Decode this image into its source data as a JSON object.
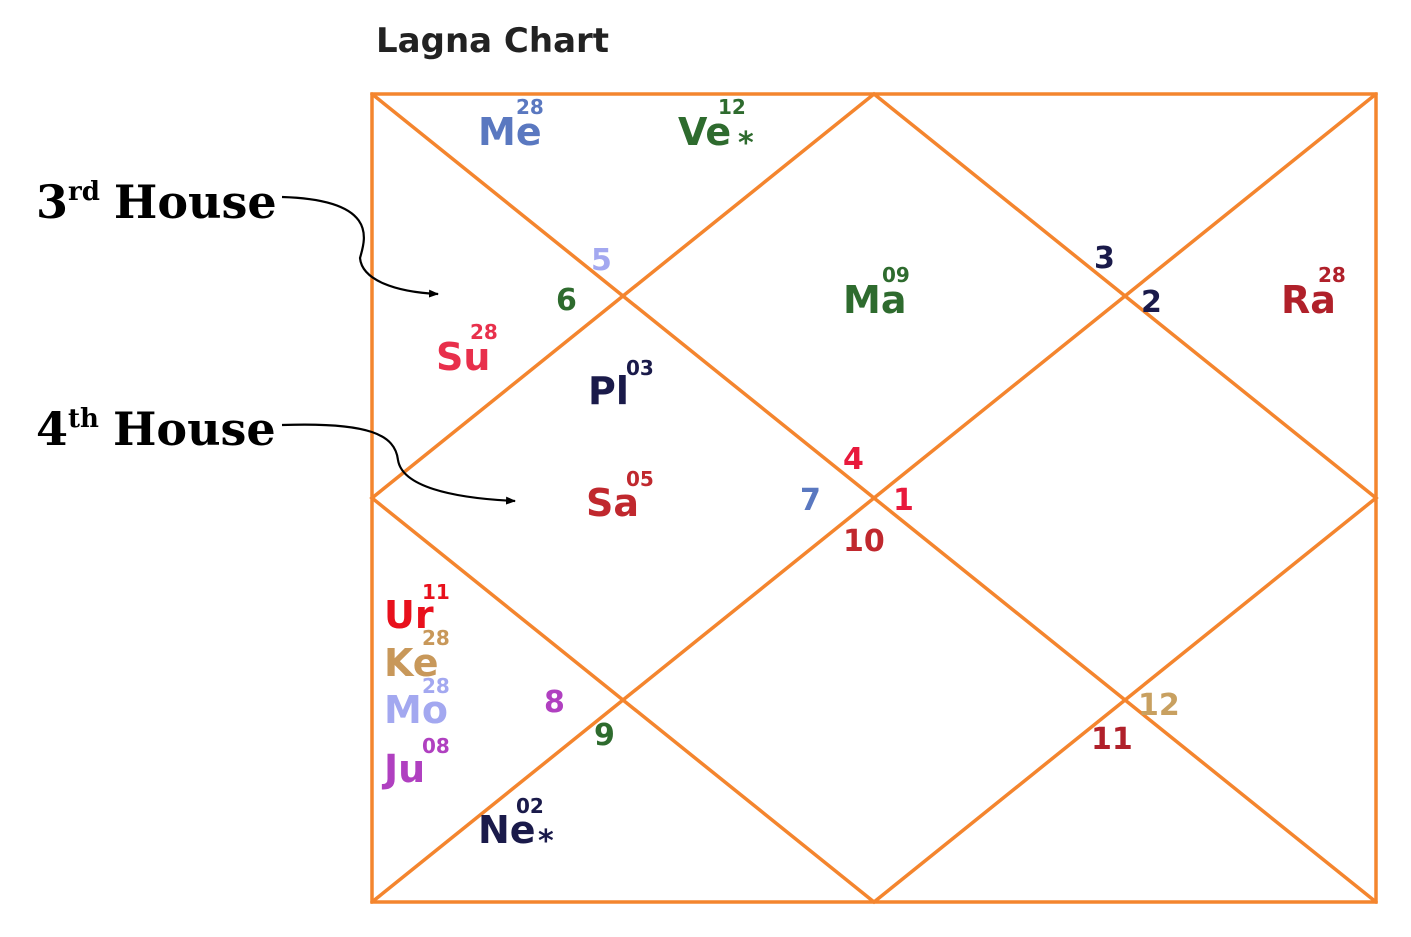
{
  "title": "Lagna Chart",
  "line_color": "#f4852e",
  "annotations": [
    {
      "num": "3",
      "sup": "rd",
      "text": "House"
    },
    {
      "num": "4",
      "sup": "th",
      "text": "House"
    }
  ],
  "house_numbers": [
    {
      "label": "1",
      "color": "#e8193c"
    },
    {
      "label": "2",
      "color": "#1a1a4a"
    },
    {
      "label": "3",
      "color": "#1a1a4a"
    },
    {
      "label": "4",
      "color": "#e8193c"
    },
    {
      "label": "5",
      "color": "#a3a8f0"
    },
    {
      "label": "6",
      "color": "#2e6b2e"
    },
    {
      "label": "7",
      "color": "#5a78c0"
    },
    {
      "label": "8",
      "color": "#b040c0"
    },
    {
      "label": "9",
      "color": "#2e6b2e"
    },
    {
      "label": "10",
      "color": "#c0282e"
    },
    {
      "label": "11",
      "color": "#b0202a"
    },
    {
      "label": "12",
      "color": "#c8a060"
    }
  ],
  "planets": [
    {
      "abbr": "Me",
      "deg": "28",
      "color": "#5a78c0",
      "star": false
    },
    {
      "abbr": "Ve",
      "deg": "12",
      "color": "#2e6b2e",
      "star": true
    },
    {
      "abbr": "Ma",
      "deg": "09",
      "color": "#2e6b2e",
      "star": false
    },
    {
      "abbr": "Ra",
      "deg": "28",
      "color": "#b0202a",
      "star": false
    },
    {
      "abbr": "Su",
      "deg": "28",
      "color": "#e8304c",
      "star": false
    },
    {
      "abbr": "Pl",
      "deg": "03",
      "color": "#1a1a4a",
      "star": false
    },
    {
      "abbr": "Sa",
      "deg": "05",
      "color": "#c0282e",
      "star": false
    },
    {
      "abbr": "Ur",
      "deg": "11",
      "color": "#e8101c",
      "star": false
    },
    {
      "abbr": "Ke",
      "deg": "28",
      "color": "#c8985a",
      "star": false
    },
    {
      "abbr": "Mo",
      "deg": "28",
      "color": "#a3a8f0",
      "star": false
    },
    {
      "abbr": "Ju",
      "deg": "08",
      "color": "#b040c0",
      "star": false
    },
    {
      "abbr": "Ne",
      "deg": "02",
      "color": "#1a1a4a",
      "star": true
    }
  ],
  "star_glyph": "*"
}
